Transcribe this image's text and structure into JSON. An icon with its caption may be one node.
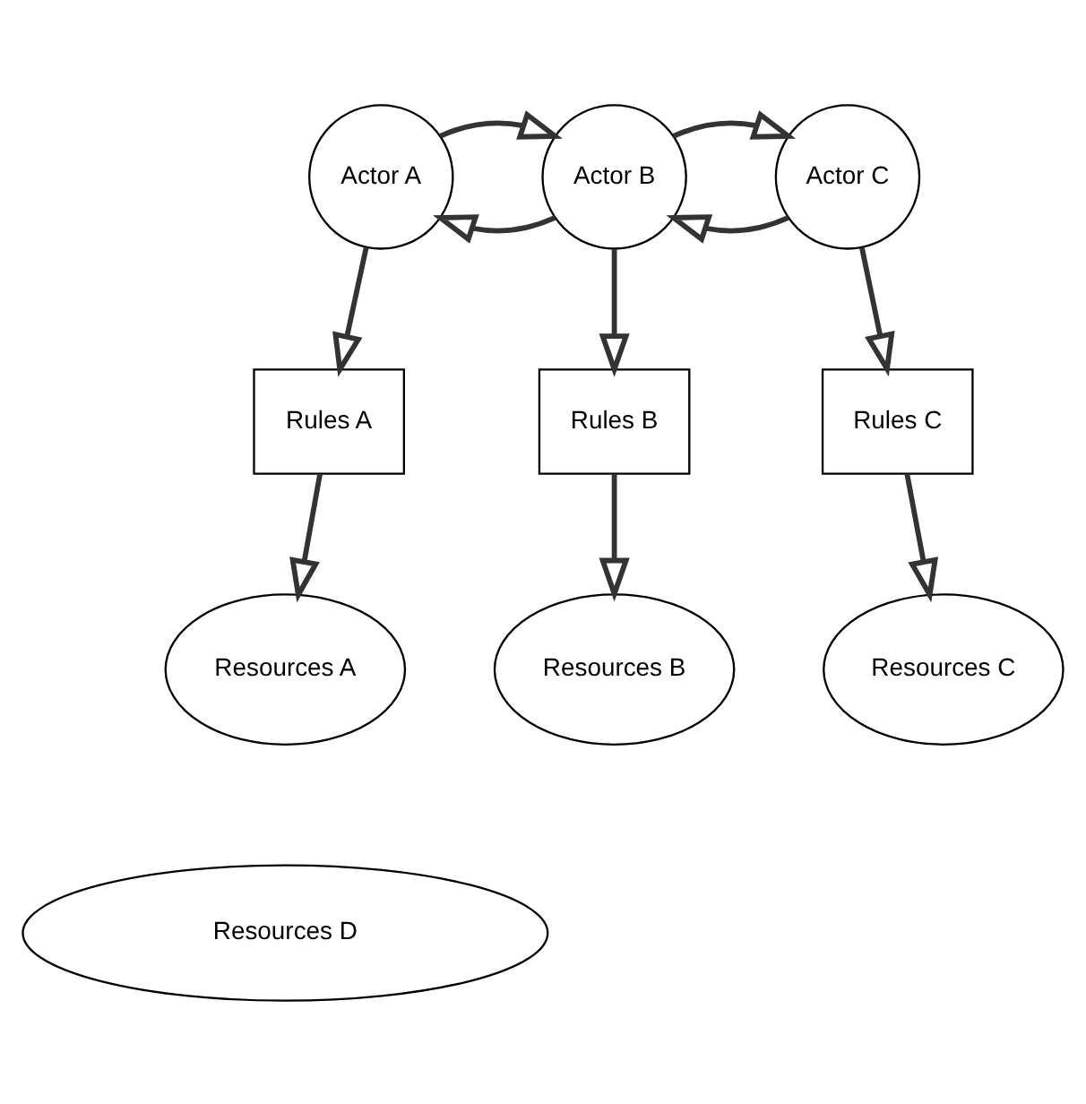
{
  "diagram": {
    "nodes": [
      {
        "text": [
          "Actor A"
        ]
      },
      {
        "text": [
          "Actor B"
        ]
      },
      {
        "text": [
          "Actor C"
        ]
      },
      {
        "text": [
          "Rules A"
        ]
      },
      {
        "text": [
          "Rules B"
        ]
      },
      {
        "text": [
          "Rules C"
        ]
      },
      {
        "text": [
          "Resources A"
        ]
      },
      {
        "text": [
          "Resources B"
        ]
      },
      {
        "text": [
          "Resources C"
        ]
      },
      {
        "text": [
          "Resources D"
        ]
      }
    ],
    "edges": [
      {
        "from": 1,
        "to": 0,
        "arrow": "to"
      },
      {
        "from": 0,
        "to": 1,
        "arrow": "to"
      },
      {
        "from": 2,
        "to": 1,
        "arrow": "to"
      },
      {
        "from": 1,
        "to": 2,
        "arrow": "to"
      },
      {
        "from": 0,
        "to": 3,
        "arrow": "to"
      },
      {
        "from": 1,
        "to": 4,
        "arrow": "to"
      },
      {
        "from": 2,
        "to": 5,
        "arrow": "to"
      },
      {
        "from": 3,
        "to": 6,
        "arrow": "to"
      },
      {
        "from": 4,
        "to": 7,
        "arrow": "to"
      },
      {
        "from": 5,
        "to": 8,
        "arrow": "to"
      }
    ]
  }
}
